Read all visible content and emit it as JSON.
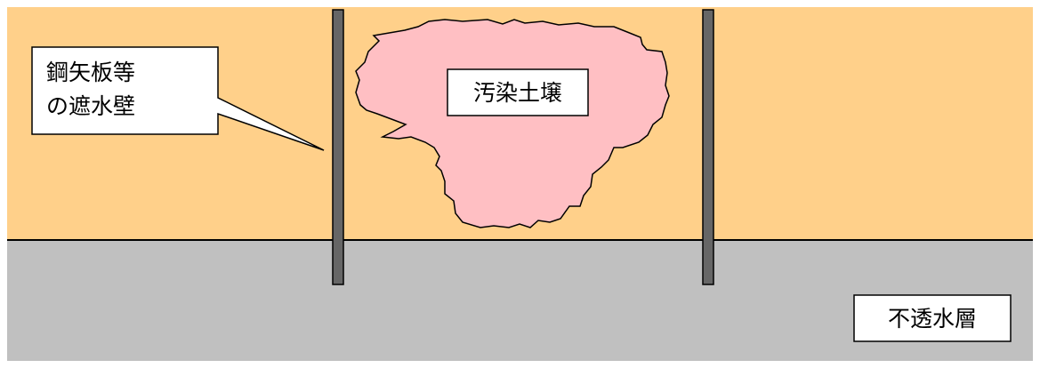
{
  "labels": {
    "wall_line1": "鋼矢板等",
    "wall_line2": "の遮水壁",
    "contaminated_soil": "汚染土壌",
    "impermeable_layer": "不透水層"
  },
  "colors": {
    "soil_layer": "#FFD08A",
    "impermeable_layer": "#C0C0C0",
    "contamination": "#FFBFC3",
    "wall": "#666666",
    "outline": "#000000",
    "label_bg": "#FFFFFF"
  }
}
